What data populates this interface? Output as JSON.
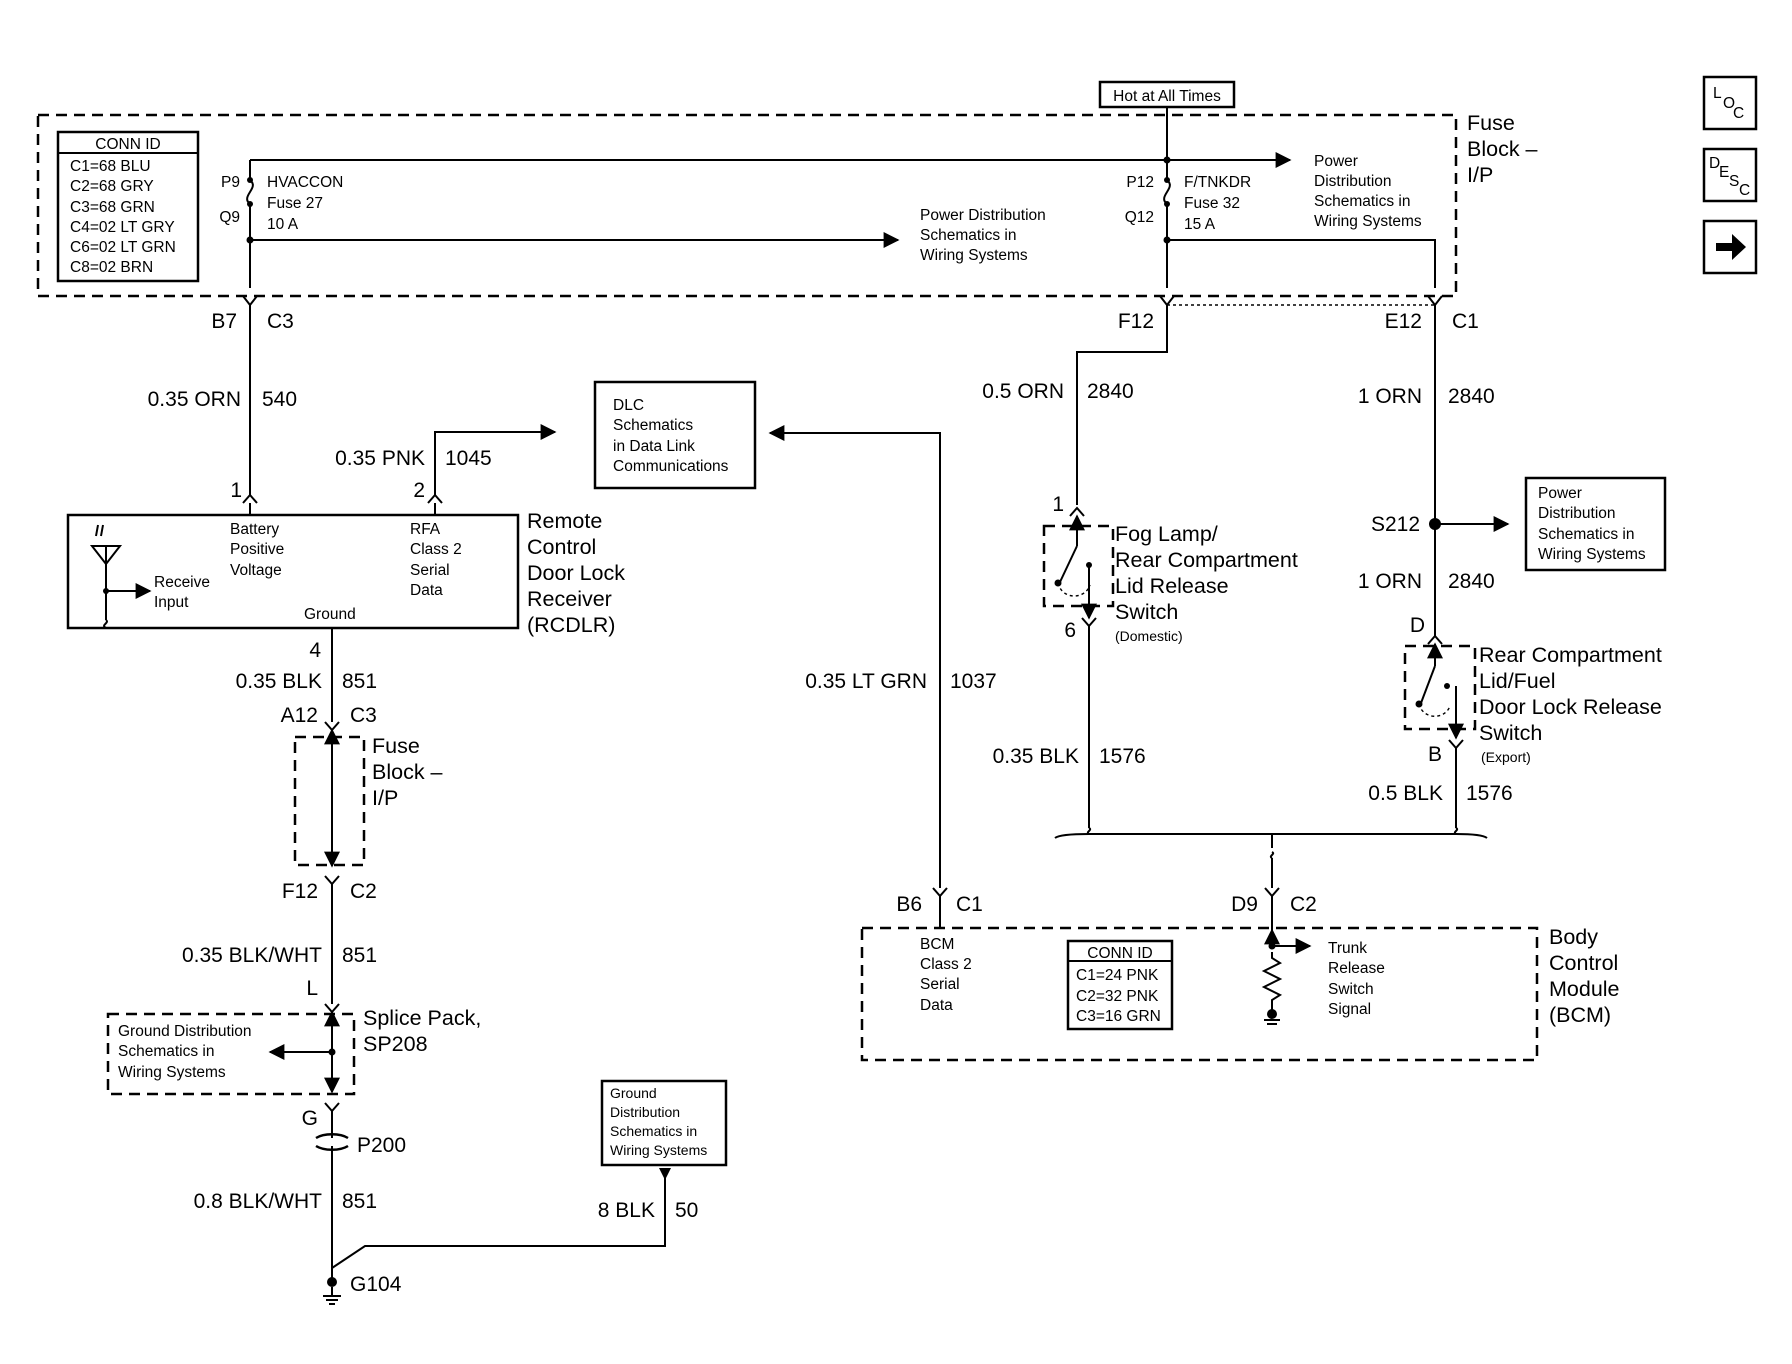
{
  "nav": {
    "loc": {
      "l": "L",
      "o": "O",
      "c": "C"
    },
    "desc": {
      "d": "D",
      "e": "E",
      "s": "S",
      "c": "C"
    }
  },
  "fuse_block_top": {
    "title": [
      "Fuse",
      "Block –",
      "I/P"
    ],
    "hot_label": "Hot at All Times",
    "conn_id": {
      "title": "CONN ID",
      "rows": [
        "C1=68 BLU",
        "C2=68 GRY",
        "C3=68 GRN",
        "C4=02 LT GRY",
        "C6=02 LT GRN",
        "C8=02 BRN"
      ]
    },
    "fuse27": {
      "in_pin": "P9",
      "out_pin": "Q9",
      "name": "HVACCON",
      "fuse": "Fuse 27",
      "amps": "10 A"
    },
    "fuse32": {
      "in_pin": "P12",
      "out_pin": "Q12",
      "name": "F/TNKDR",
      "fuse": "Fuse 32",
      "amps": "15 A"
    },
    "pd_mid": [
      "Power Distribution",
      "Schematics in",
      "Wiring Systems"
    ],
    "pd_right": [
      "Power",
      "Distribution",
      "Schematics in",
      "Wiring Systems"
    ]
  },
  "connectors": {
    "b7": "B7",
    "b7_conn": "C3",
    "f12": "F12",
    "e12": "E12",
    "e12_conn": "C1",
    "a12": "A12",
    "a12_conn": "C3",
    "f12_lower": "F12",
    "f12_lower_conn": "C2",
    "b6": "B6",
    "b6_conn": "C1",
    "d9": "D9",
    "d9_conn": "C2"
  },
  "wires": {
    "w540": {
      "size": "0.35 ORN",
      "circuit": "540"
    },
    "w1045": {
      "size": "0.35 PNK",
      "circuit": "1045"
    },
    "w2840a": {
      "size": "0.5 ORN",
      "circuit": "2840"
    },
    "w2840b": {
      "size": "1 ORN",
      "circuit": "2840"
    },
    "w2840c": {
      "size": "1 ORN",
      "circuit": "2840"
    },
    "w851a": {
      "size": "0.35 BLK",
      "circuit": "851"
    },
    "w1037": {
      "size": "0.35 LT GRN",
      "circuit": "1037"
    },
    "w1576a": {
      "size": "0.35 BLK",
      "circuit": "1576"
    },
    "w1576b": {
      "size": "0.5 BLK",
      "circuit": "1576"
    },
    "w851b": {
      "size": "0.35 BLK/WHT",
      "circuit": "851"
    },
    "w851c": {
      "size": "0.8 BLK/WHT",
      "circuit": "851"
    },
    "w50": {
      "size": "8 BLK",
      "circuit": "50"
    }
  },
  "dlc_box": [
    "DLC",
    "Schematics",
    "in Data Link",
    "Communications"
  ],
  "rcdlr": {
    "title": [
      "Remote",
      "Control",
      "Door Lock",
      "Receiver",
      "(RCDLR)"
    ],
    "pin1": "1",
    "pin2": "2",
    "pin4": "4",
    "battery": [
      "Battery",
      "Positive",
      "Voltage"
    ],
    "rfa": [
      "RFA",
      "Class 2",
      "Serial",
      "Data"
    ],
    "receive": [
      "Receive",
      "Input"
    ],
    "ground": "Ground"
  },
  "fuse_block_lower": {
    "title": [
      "Fuse",
      "Block –",
      "I/P"
    ]
  },
  "fog_switch": {
    "pin_top": "1",
    "pin_bottom": "6",
    "title": [
      "Fog Lamp/",
      "Rear Compartment",
      "Lid Release",
      "Switch"
    ],
    "variant": "(Domestic)"
  },
  "splice_s212": {
    "label": "S212"
  },
  "pd_s212": [
    "Power",
    "Distribution",
    "Schematics in",
    "Wiring Systems"
  ],
  "rear_switch": {
    "pin_top": "D",
    "pin_bottom": "B",
    "title": [
      "Rear Compartment",
      "Lid/Fuel",
      "Door Lock Release",
      "Switch"
    ],
    "variant": "(Export)"
  },
  "bcm": {
    "title": [
      "Body",
      "Control",
      "Module",
      "(BCM)"
    ],
    "serial": [
      "BCM",
      "Class 2",
      "Serial",
      "Data"
    ],
    "conn_id": {
      "title": "CONN ID",
      "rows": [
        "C1=24 PNK",
        "C2=32 PNK",
        "C3=16 GRN"
      ]
    },
    "trunk": [
      "Trunk",
      "Release",
      "Switch",
      "Signal"
    ]
  },
  "splice_pack": {
    "pin": "L",
    "out_pin": "G",
    "title": [
      "Splice Pack,",
      "SP208"
    ],
    "gd": [
      "Ground Distribution",
      "Schematics in",
      "Wiring Systems"
    ]
  },
  "pass_through": {
    "label": "P200"
  },
  "ground_g104": {
    "label": "G104"
  },
  "gd_box": [
    "Ground",
    "Distribution",
    "Schematics in",
    "Wiring Systems"
  ]
}
